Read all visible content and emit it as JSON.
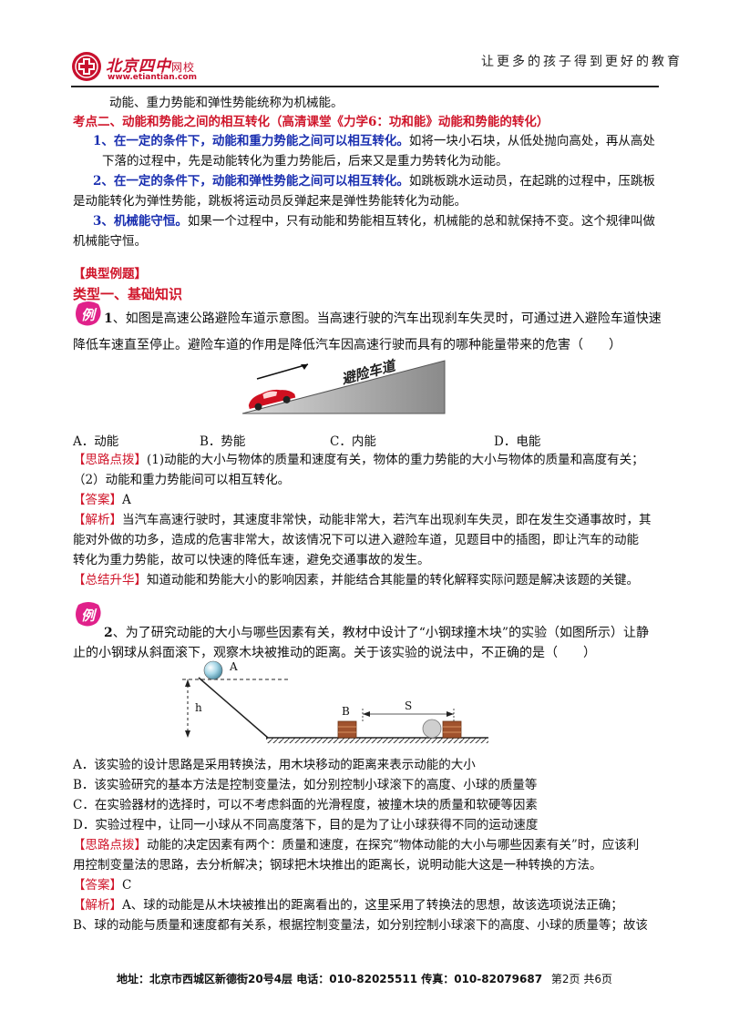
{
  "header": {
    "logo_brand": "北京四中",
    "logo_suffix": "网校",
    "logo_url": "www.etiantian.com",
    "slogan": "让更多的孩子得到更好的教育"
  },
  "intro_line": "动能、重力势能和弹性势能统称为机械能。",
  "kaodian2": {
    "title": "考点二、动能和势能之间的相互转化（高清课堂《力学6：功和能》动能和势能的转化）",
    "p1_head": "1、在一定的条件下，动能和重力势能之间可以相互转化。",
    "p1_a": "如将一块小石块，从低处抛向高处，再从高处",
    "p1_b": "下落的过程中，先是动能转化为重力势能后，后来又是重力势转化为动能。",
    "p2_head": "2、在一定的条件下，动能和弹性势能之间可以相互转化。",
    "p2_a": "如跳板跳水运动员，在起跳的过程中，压跳板",
    "p2_b": "是动能转化为弹性势能，跳板将运动员反弹起来是弹性势能转化为动能。",
    "p3_head": "3、机械能守恒。",
    "p3_a": "如果一个过程中，只有动能和势能相互转化，机械能的总和就保持不变。这个规律叫做",
    "p3_b": "机械能守恒。"
  },
  "section": {
    "title": "【典型例题】",
    "type1": "类型一、基础知识"
  },
  "badge_char": "例",
  "ex1": {
    "num": "1",
    "q_a": "、如图是高速公路避险车道示意图。当高速行驶的汽车出现刹车失灵时，可通过进入避险车道快速",
    "q_b": "降低车速直至停止。避险车道的作用是降低汽车因高速行驶而具有的哪种能量带来的危害（　　）",
    "figure_label": "避险车道",
    "options": [
      "A．动能",
      "B．势能",
      "C．内能",
      "D．电能"
    ],
    "hint_tag": "【思路点拨】",
    "hint_a": "(1)动能的大小与物体的质量和速度有关，物体的重力势能的大小与物体的质量和高度有关；",
    "hint_b": "（2）动能和重力势能间可以相互转化。",
    "answer_tag": "【答案】",
    "answer": "A",
    "analysis_tag": "【解析】",
    "analysis_a": "当汽车高速行驶时，其速度非常快，动能非常大，若汽车出现刹车失灵，即在发生交通事故时，其",
    "analysis_b": "能对外做的功多，造成的危害非常大，故该情况下可以进入避险车道，见题目中的插图，即让汽车的动能",
    "analysis_c": "转化为重力势能，故可以快速的降低车速，避免交通事故的发生。",
    "summary_tag": "【总结升华】",
    "summary": "知道动能和势能大小的影响因素，并能结合其能量的转化解释实际问题是解决该题的关键。"
  },
  "ex2": {
    "num": "2",
    "q_a": "、为了研究动能的大小与哪些因素有关，教材中设计了“小钢球撞木块”的实验（如图所示）让静",
    "q_b": "止的小钢球从斜面滚下，观察木块被推动的距离。关于该实验的说法中，不正确的是（　　）",
    "fig_a": "A",
    "fig_h": "h",
    "fig_b": "B",
    "fig_s": "S",
    "options": [
      "A．该实验的设计思路是采用转换法，用木块移动的距离来表示动能的大小",
      "B．该实验研究的基本方法是控制变量法，如分别控制小球滚下的高度、小球的质量等",
      "C．在实验器材的选择时，可以不考虑斜面的光滑程度，被撞木块的质量和软硬等因素",
      "D．实验过程中，让同一小球从不同高度落下，目的是为了让小球获得不同的运动速度"
    ],
    "hint_tag": "【思路点拨】",
    "hint_a": "动能的决定因素有两个：质量和速度，在探究“物体动能的大小与哪些因素有关”时，应该利",
    "hint_b": "用控制变量法的思路，去分析解决；钢球把木块推出的距离长，说明动能大这是一种转换的方法。",
    "answer_tag": "【答案】",
    "answer": "C",
    "analysis_tag": "【解析】",
    "analysis_a": "A、球的动能是从木块被推出的距离看出的，这里采用了转换法的思想，故该选项说法正确；",
    "analysis_b": "B、球的动能与质量和速度都有关系，根据控制变量法，如分别控制小球滚下的高度、小球的质量等；故该"
  },
  "footer": {
    "address": "地址：北京市西城区新德街20号4层  电话：010-82025511  传真：010-82079687",
    "page": "第2页  共6页"
  },
  "colors": {
    "red": "#d0162b",
    "blue": "#1a2fb0",
    "badge": "#e0218a"
  }
}
